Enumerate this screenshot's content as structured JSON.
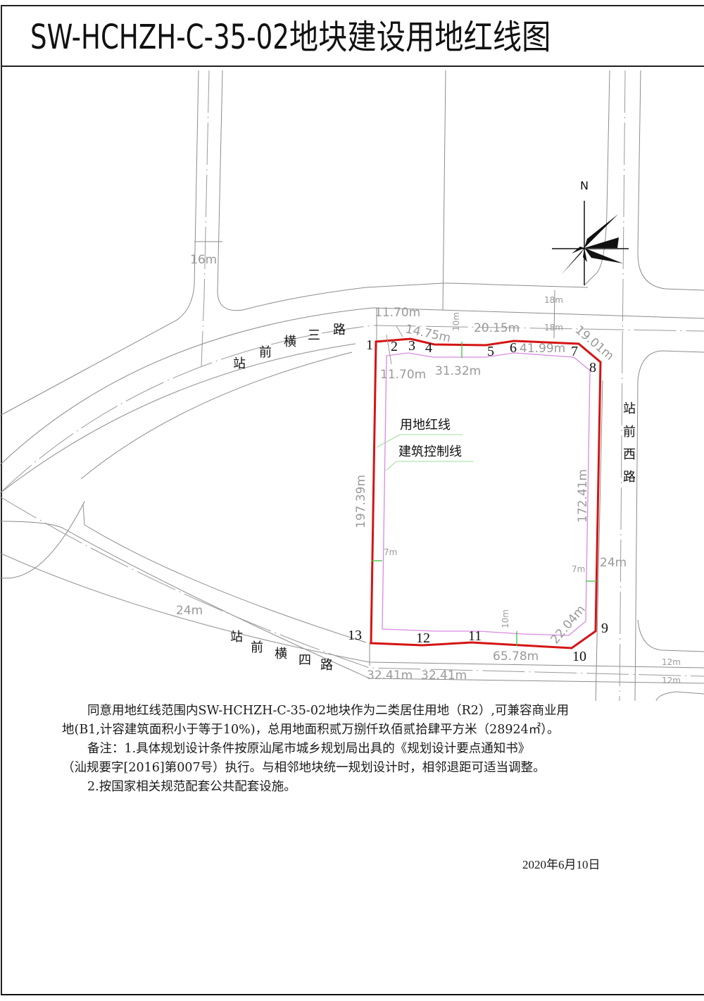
{
  "title": "SW-HCHZH-C-35-02地块建设用地红线图",
  "colors": {
    "red_line": "#d41414",
    "building_line": "#d88ae0",
    "setback_marker": "#3ec23e",
    "road_line": "#8c8c8c",
    "dimension_text": "#9a9a9a"
  },
  "map": {
    "north_label": "N",
    "roads": {
      "north": "站前横三路",
      "south": "站前横四路",
      "east": "站前西路"
    },
    "road_name_chars": {
      "north": [
        "站",
        "前",
        "横",
        "三",
        "路"
      ],
      "south": [
        "站",
        "前",
        "横",
        "四",
        "路"
      ],
      "east": [
        "站",
        "前",
        "西",
        "路"
      ]
    },
    "legend": {
      "red_line": "用地红线",
      "building_line": "建筑控制线"
    },
    "points": [
      "1",
      "2",
      "3",
      "4",
      "5",
      "6",
      "7",
      "8",
      "9",
      "10",
      "11",
      "12",
      "13"
    ],
    "dimensions": {
      "road_width_west": "16m",
      "road_width_north_1": "18m",
      "road_width_north_2": "18m",
      "road_width_southwest": "24m",
      "road_width_east": "24m",
      "road_width_se_1": "12m",
      "road_width_se_2": "12m",
      "seg_top_1": "11.70m",
      "seg_top_2": "14.75m",
      "seg_top_3": "20.15m",
      "seg_top_4": "41.99m",
      "seg_corner_ne": "19.01m",
      "seg_inner_left": "11.70m",
      "seg_inner_top": "31.32m",
      "seg_west": "197.39m",
      "seg_east": "172.41m",
      "seg_corner_se": "22.04m",
      "seg_south": "65.78m",
      "seg_south_road_1": "32.41m",
      "seg_south_road_2": "32.41m",
      "setback_north": "10m",
      "setback_south": "10m",
      "setback_west": "7m",
      "setback_east": "7m"
    }
  },
  "notes": {
    "line1": "同意用地红线范围内SW-HCHZH-C-35-02地块作为二类居住用地（R2）,可兼容商业用",
    "line2": "地(B1,计容建筑面积小于等于10%)，总用地面积贰万捌仟玖佰贰拾肆平方米（28924㎡）。",
    "line3": "备注：1.具体规划设计条件按原汕尾市城乡规划局出具的《规划设计要点通知书》",
    "line4": "（汕规要字[2016]第007号）执行。与相邻地块统一规划设计时，相邻退距可适当调整。",
    "line5": "2.按国家相关规范配套公共配套设施。"
  },
  "date": "2020年6月10日"
}
